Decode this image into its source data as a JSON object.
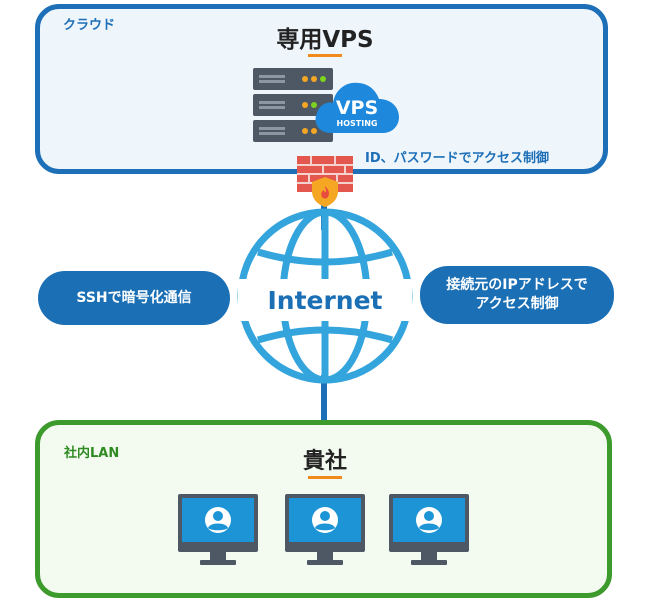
{
  "cloud": {
    "label": "クラウド",
    "title": "専用VPS",
    "badge_main": "VPS",
    "badge_sub": "HOSTING",
    "access_note": "ID、パスワードでアクセス制御"
  },
  "internet": {
    "label": "Internet",
    "left_pill": "SSHで暗号化通信",
    "right_pill_line1": "接続元のIPアドレスで",
    "right_pill_line2": "アクセス制御"
  },
  "lan": {
    "label": "社内LAN",
    "title": "貴社"
  },
  "colors": {
    "cloud_border": "#1d6fb8",
    "lan_border": "#3d9a2c",
    "accent_orange": "#f08a1c",
    "firewall_red": "#e4574e",
    "globe_blue": "#34a4dd",
    "pill_blue": "#1b6fb5"
  },
  "icons": [
    "server-rack-icon",
    "vps-cloud-icon",
    "firewall-icon",
    "shield-icon",
    "globe-icon",
    "monitor-user-icon"
  ]
}
